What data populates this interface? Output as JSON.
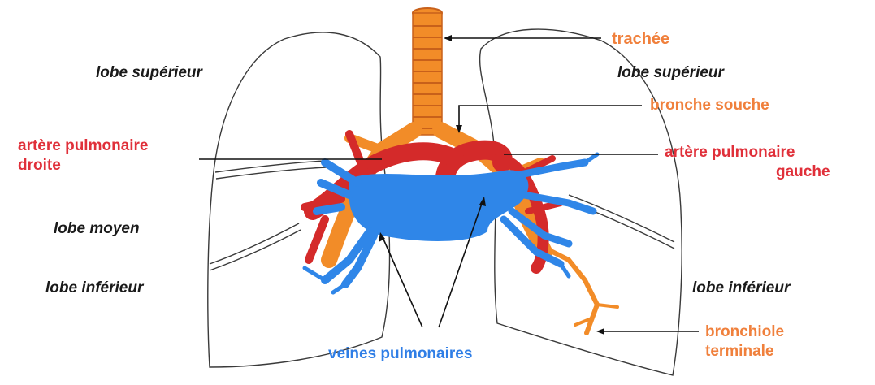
{
  "labels": {
    "trachee": "trachée",
    "bronche_souche": "bronche souche",
    "artere_droite_l1": "artère pulmonaire",
    "artere_droite_l2": "droite",
    "artere_gauche_l1": "artère pulmonaire",
    "artere_gauche_l2": "gauche",
    "lobe_sup_droit": "lobe supérieur",
    "lobe_sup_gauche": "lobe supérieur",
    "lobe_moyen": "lobe moyen",
    "lobe_inf_droit": "lobe inférieur",
    "lobe_inf_gauche": "lobe inférieur",
    "veines": "veines pulmonaires",
    "bronchiole_l1": "bronchiole",
    "bronchiole_l2": "terminale"
  },
  "colors": {
    "bronchi": "#f28c28",
    "bronchi_ring": "#c8601a",
    "artery": "#d42a2a",
    "artery_dark": "#8a1414",
    "vein": "#2f86e8",
    "vein_dark": "#1a5fb0",
    "outline": "#3a3a3a",
    "label_orange": "#f0803c",
    "label_red": "#e0303a",
    "label_blue": "#2f7ee6"
  }
}
